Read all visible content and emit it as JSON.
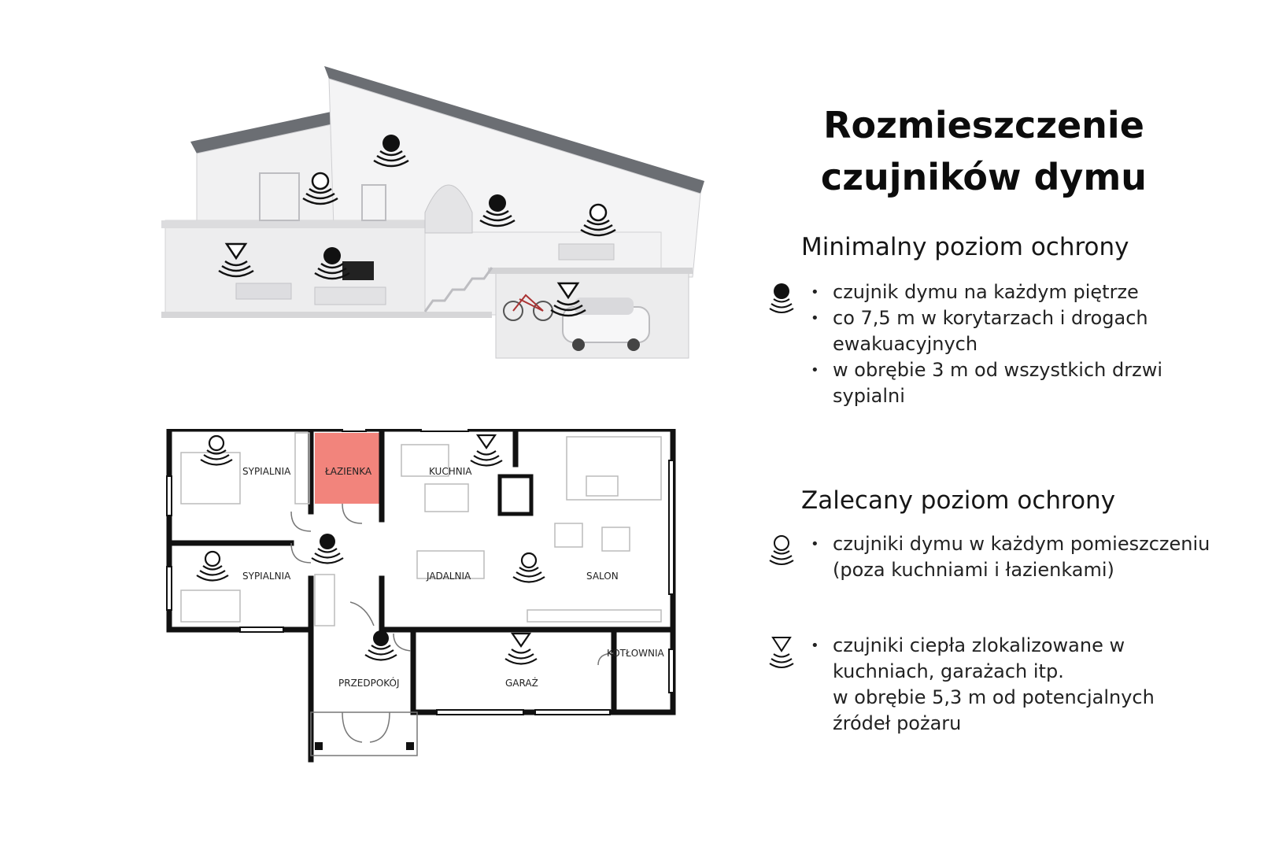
{
  "title": {
    "line1": "Rozmieszczenie",
    "line2": "czujników dymu"
  },
  "minimal": {
    "heading": "Minimalny poziom ochrony",
    "items": [
      "czujnik dymu na każdym piętrze",
      "co 7,5 m w korytarzach i drogach ewakuacyjnych",
      "w obrębie 3 m od wszystkich drzwi sypialni"
    ]
  },
  "recommended": {
    "heading": "Zalecany poziom ochrony",
    "items": [
      "czujniki dymu w każdym pomieszczeniu (poza kuchniami i łazienkami)"
    ],
    "heat_items": [
      "czujniki ciepła zlokalizowane w kuchniach, garażach itp.",
      "w obrębie 5,3 m od potencjalnych źródeł pożaru"
    ]
  },
  "rooms": {
    "sypialnia_1": "SYPIALNIA",
    "lazienka": "ŁAZIENKA",
    "kuchnia": "KUCHNIA",
    "sypialnia_2": "SYPIALNIA",
    "jadalnia": "JADALNIA",
    "salon": "SALON",
    "kotlownia": "KOTŁOWNIA",
    "przedpokoj": "PRZEDPOKÓJ",
    "garaz": "GARAŻ"
  },
  "icons": {
    "filled": "smoke-detector-filled-icon",
    "outline": "smoke-detector-outline-icon",
    "heat": "heat-detector-icon"
  },
  "colors": {
    "bathroom": "#f2847c",
    "wall": "#111111",
    "roof": "#6b6e73"
  }
}
